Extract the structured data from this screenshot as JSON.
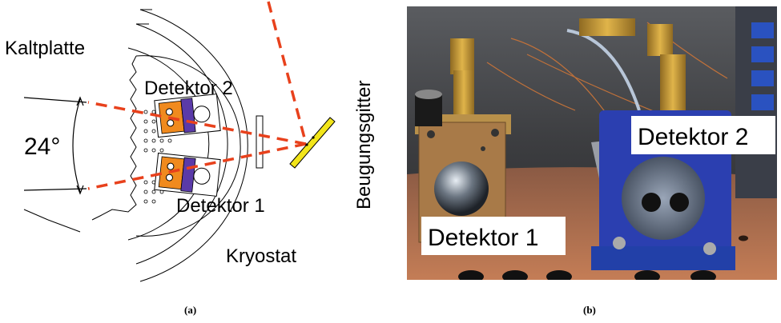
{
  "panel_a": {
    "labels": {
      "cold_plate": "Kaltplatte",
      "detector_2": "Detektor 2",
      "detector_1": "Detektor 1",
      "angle": "24°",
      "cryostat": "Kryostat",
      "grating": "Beugungsgitter"
    },
    "caption": "(a)",
    "colors": {
      "beam": "#e8411c",
      "grating": "#f2e51a",
      "orange": "#f08a1e",
      "purple": "#5a3aa8"
    }
  },
  "panel_b": {
    "labels": {
      "detector_1": "Detektor 1",
      "detector_2": "Detektor 2"
    },
    "caption": "(b)",
    "colors": {
      "copper": "#b8724e",
      "blue_mount": "#2b3fb0",
      "brass": "#c8962e"
    }
  }
}
